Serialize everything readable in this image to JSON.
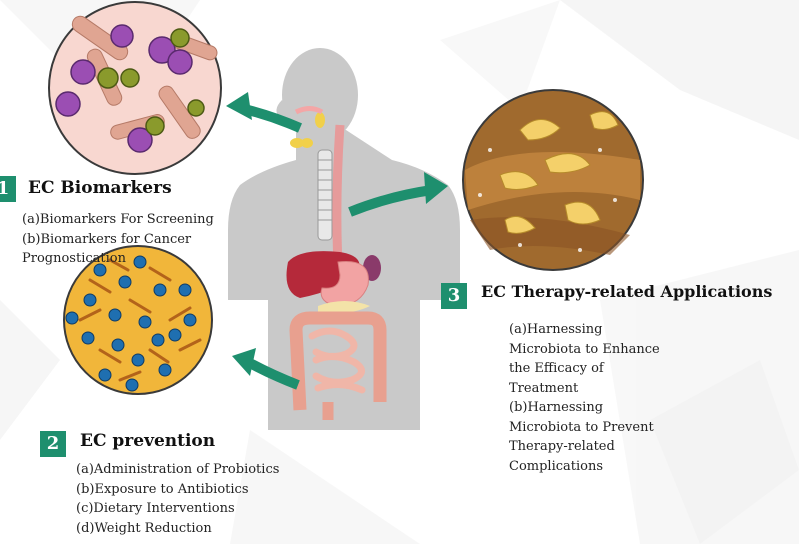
{
  "sections": {
    "s1": {
      "number": "1",
      "title": "EC Biomarkers",
      "items": [
        "(a)Biomarkers For Screening",
        "(b)Biomarkers for Cancer",
        "Prognostication"
      ]
    },
    "s2": {
      "number": "2",
      "title": "EC prevention",
      "items": [
        "(a)Administration of Probiotics",
        "(b)Exposure to Antibiotics",
        "(c)Dietary Interventions",
        "(d)Weight Reduction"
      ]
    },
    "s3": {
      "number": "3",
      "title": "EC Therapy-related Applications",
      "items": [
        "(a)Harnessing",
        "Microbiota to Enhance",
        "the Efficacy of",
        "Treatment",
        "(b)Harnessing",
        "Microbiota to Prevent",
        "Therapy-related",
        "Complications"
      ]
    }
  },
  "colors": {
    "accent": "#1e8f6e",
    "arrow": "#1e8f6e",
    "body_silhouette": "#c9c9c9"
  }
}
